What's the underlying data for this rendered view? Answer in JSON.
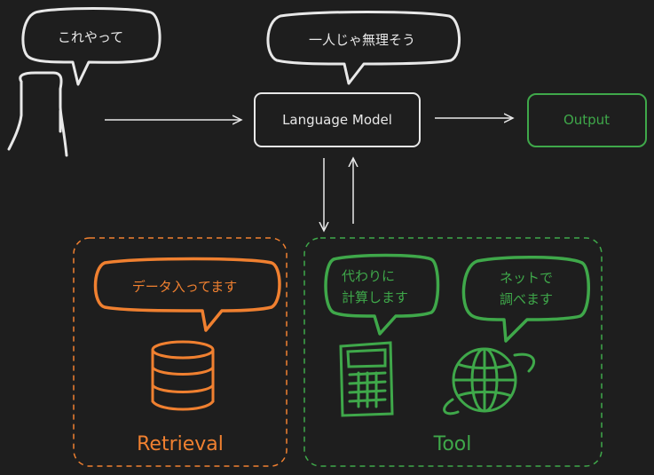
{
  "user_bubble": "これやって",
  "model_bubble": "一人じゃ無理そう",
  "model_label": "Language Model",
  "output_label": "Output",
  "retrieval_bubble": "データ入ってます",
  "retrieval_label": "Retrieval",
  "calc_bubble": {
    "line1": "代わりに",
    "line2": "計算します"
  },
  "web_bubble": {
    "line1": "ネットで",
    "line2": "調べます"
  },
  "tool_label": "Tool",
  "colors": {
    "background": "#1e1e1e",
    "stroke": "#e8e8e8",
    "orange": "#f08030",
    "green": "#3fa84a"
  }
}
